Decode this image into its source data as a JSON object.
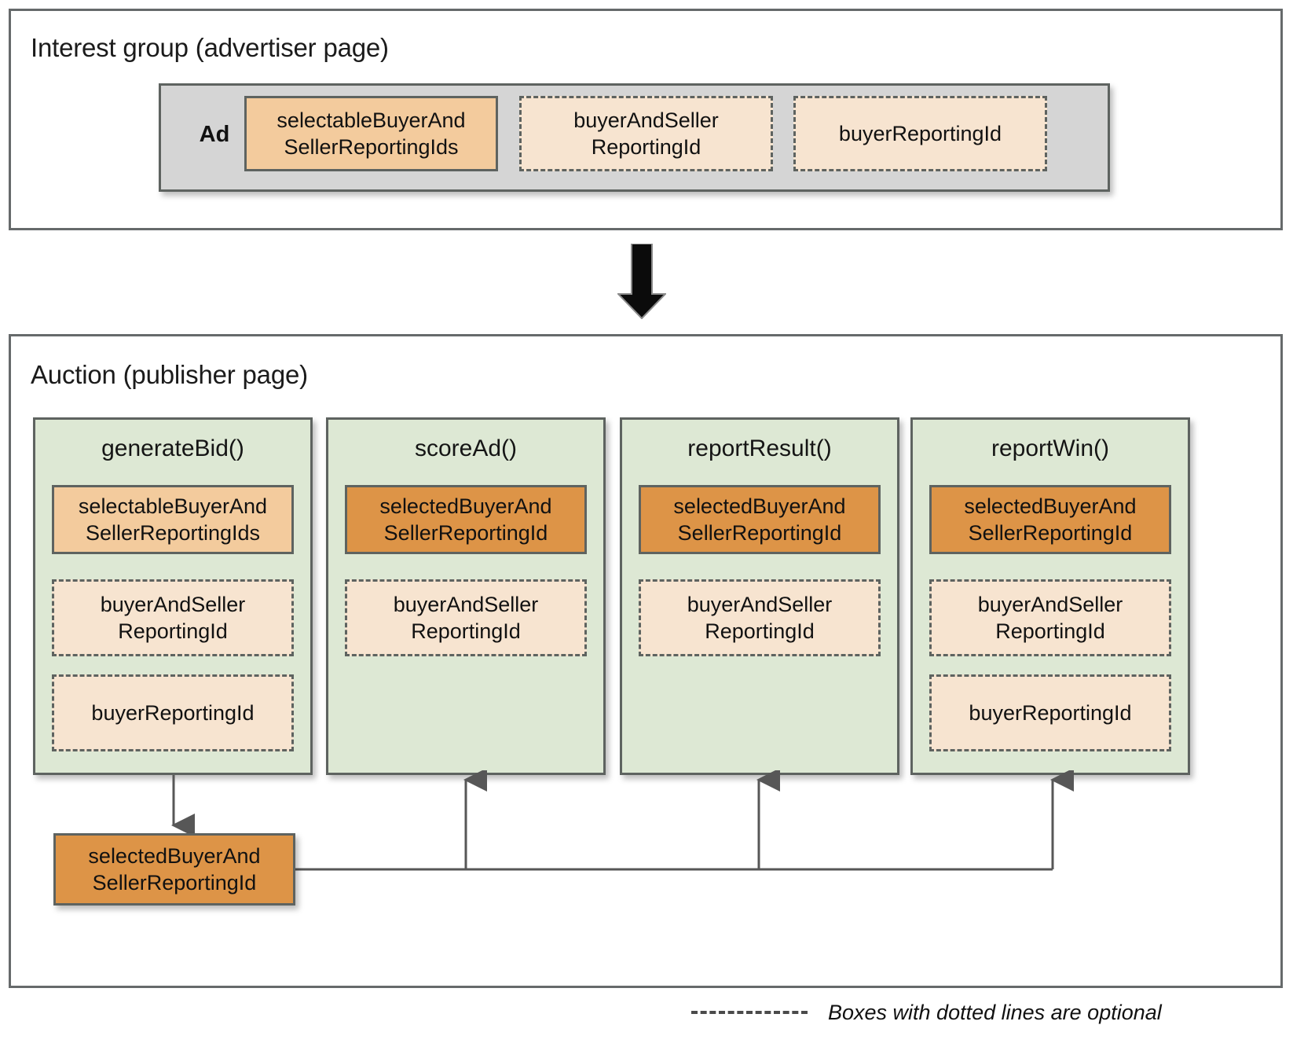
{
  "interest_group": {
    "title": "Interest group (advertiser page)",
    "ad_label": "Ad",
    "boxes": [
      {
        "label": "selectableBuyerAnd\nSellerReportingIds",
        "style": "solid-orange-mid"
      },
      {
        "label": "buyerAndSeller\nReportingId",
        "style": "dashed-peach"
      },
      {
        "label": "buyerReportingId",
        "style": "dashed-peach"
      }
    ]
  },
  "flow_arrow": {
    "name": "down-arrow",
    "direction": "down",
    "color": "#0b0b0b"
  },
  "auction": {
    "title": "Auction (publisher page)",
    "columns": [
      {
        "name": "generateBid",
        "title": "generateBid()",
        "items": [
          {
            "label": "selectableBuyerAnd\nSellerReportingIds",
            "style": "solid-orange-mid"
          },
          {
            "label": "buyerAndSeller\nReportingId",
            "style": "dashed-peach"
          },
          {
            "label": "buyerReportingId",
            "style": "dashed-peach"
          }
        ]
      },
      {
        "name": "scoreAd",
        "title": "scoreAd()",
        "items": [
          {
            "label": "selectedBuyerAnd\nSellerReportingId",
            "style": "solid-orange-dark"
          },
          {
            "label": "buyerAndSeller\nReportingId",
            "style": "dashed-peach"
          }
        ]
      },
      {
        "name": "reportResult",
        "title": "reportResult()",
        "items": [
          {
            "label": "selectedBuyerAnd\nSellerReportingId",
            "style": "solid-orange-dark"
          },
          {
            "label": "buyerAndSeller\nReportingId",
            "style": "dashed-peach"
          }
        ]
      },
      {
        "name": "reportWin",
        "title": "reportWin()",
        "items": [
          {
            "label": "selectedBuyerAnd\nSellerReportingId",
            "style": "solid-orange-dark"
          },
          {
            "label": "buyerAndSeller\nReportingId",
            "style": "dashed-peach"
          },
          {
            "label": "buyerReportingId",
            "style": "dashed-peach"
          }
        ]
      }
    ],
    "result_box": {
      "label": "selectedBuyerAnd\nSellerReportingId",
      "style": "solid-orange-dark"
    }
  },
  "legend": {
    "text": "Boxes with dotted lines are optional",
    "dash_sample": "dashed-line"
  },
  "colors": {
    "orange_dark": "#dd9447",
    "orange_mid": "#f3cb9d",
    "peach": "#f7e4d0",
    "green_panel": "#dde8d4",
    "gray_panel": "#d5d5d5",
    "stroke": "#5e6360",
    "panel_border": "#666a6b",
    "arrow": "#0b0b0b",
    "connector": "#575757"
  }
}
